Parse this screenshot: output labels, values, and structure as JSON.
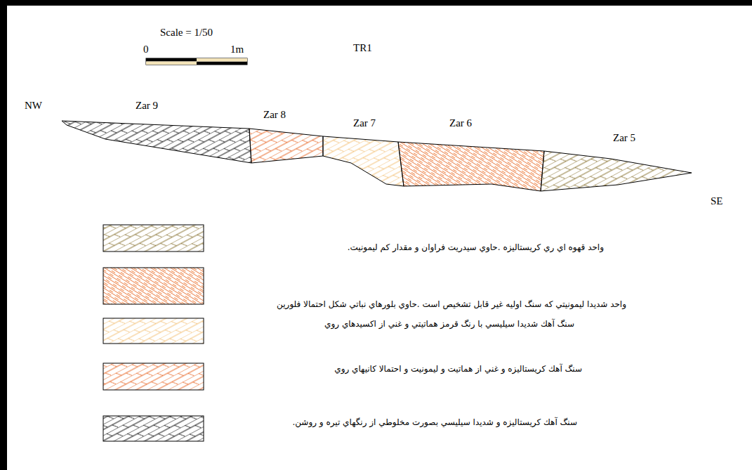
{
  "diagram": {
    "labels": [
      "Scale = 1/50",
      "0",
      "1m",
      "TR1",
      "NW",
      "SE",
      "Zar 9",
      "Zar 8",
      "Zar 7",
      "Zar 6",
      "Zar 5"
    ],
    "legend": [
      {
        "text": "واحد قهوه اي ري كريستاليزه .حاوي سيدريت فراوان و مقدار كم ليمونيت."
      },
      {
        "text": "واحد شديدا ليمونيتي كه سنگ اوليه غير قابل تشخيص است .حاوي بلورهاي نباتي شكل احتمالا فلورين"
      },
      {
        "text": "سنگ آهك شديدا سيليسي با رنگ قرمز هماتيتي و غني از اكسيدهاي روي"
      },
      {
        "text": "سنگ آهك كريستاليزه و غني از هماتيت و ليمونيت و احتمالا كانيهاي روي"
      },
      {
        "text": "سنگ آهك كريستاليزه و شديدا سيليسي بصورت مخلوطي از رنگهاي تيره و روشن."
      }
    ]
  }
}
